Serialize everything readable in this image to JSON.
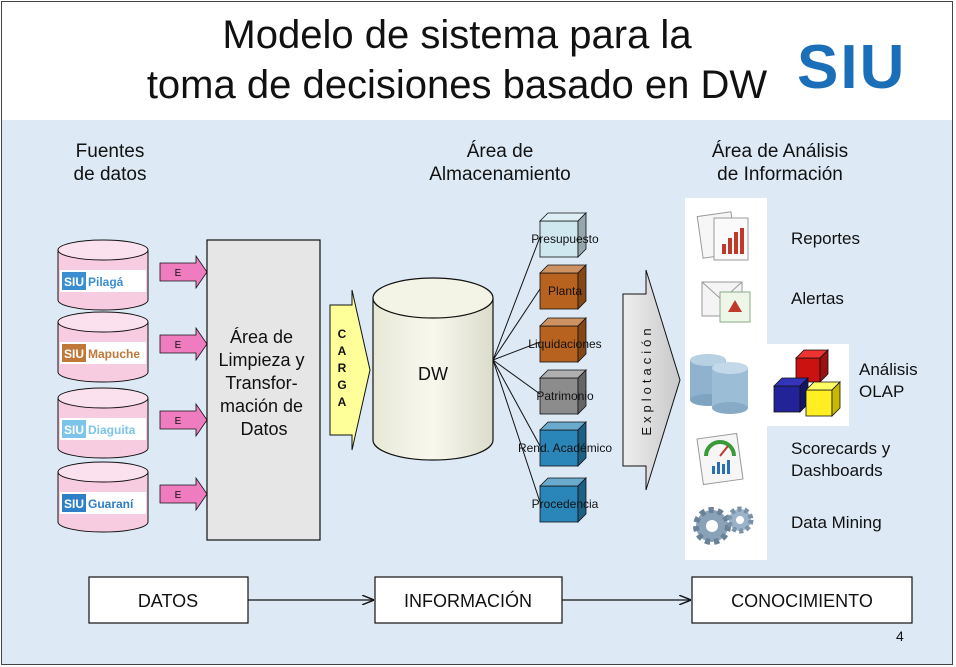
{
  "slide": {
    "title_line1": "Modelo de sistema para la",
    "title_line2": "toma de decisiones basado en DW",
    "logo_text": "SIU",
    "page_number": "4"
  },
  "columns": {
    "sources": {
      "line1": "Fuentes",
      "line2": "de datos"
    },
    "storage": {
      "line1": "Área de",
      "line2": "Almacenamiento"
    },
    "analysis": {
      "line1": "Área de Análisis",
      "line2": "de Información"
    }
  },
  "sources": [
    {
      "brand": "SIU",
      "name": "Pilagá",
      "color": "#3b8fd0",
      "extract": "E"
    },
    {
      "brand": "SIU",
      "name": "Mapuche",
      "color": "#c07838",
      "extract": "E"
    },
    {
      "brand": "SIU",
      "name": "Diaguita",
      "color": "#7cc4e8",
      "extract": "E"
    },
    {
      "brand": "SIU",
      "name": "Guaraní",
      "color": "#2f7fc6",
      "extract": "E"
    }
  ],
  "etl": {
    "line1": "Área de",
    "line2": "Limpieza y",
    "line3": "Transfor-",
    "line4": "mación de",
    "line5": "Datos"
  },
  "carga": [
    "C",
    "A",
    "R",
    "G",
    "A"
  ],
  "dw": {
    "label": "DW"
  },
  "cubes": [
    {
      "label": "Presupuesto",
      "color": "#cfe8ef"
    },
    {
      "label": "Planta",
      "color": "#b8621f"
    },
    {
      "label": "Liquidaciones",
      "color": "#b8621f"
    },
    {
      "label": "Patrimonio",
      "color": "#8c8c8c"
    },
    {
      "label": "Rend. Académico",
      "color": "#2a86b8"
    },
    {
      "label": "Procedencia",
      "color": "#2a86b8"
    }
  ],
  "explotacion": "Explotación",
  "tools": [
    {
      "icon": "report-icon",
      "label": "Reportes"
    },
    {
      "icon": "alert-icon",
      "label": "Alertas"
    },
    {
      "icon": "olap-icon",
      "label_line1": "Análisis",
      "label_line2": "OLAP"
    },
    {
      "icon": "dashboard-icon",
      "label_line1": "Scorecards y",
      "label_line2": "Dashboards"
    },
    {
      "icon": "gears-icon",
      "label": "Data Mining"
    }
  ],
  "flow": [
    "DATOS",
    "INFORMACIÓN",
    "CONOCIMIENTO"
  ]
}
